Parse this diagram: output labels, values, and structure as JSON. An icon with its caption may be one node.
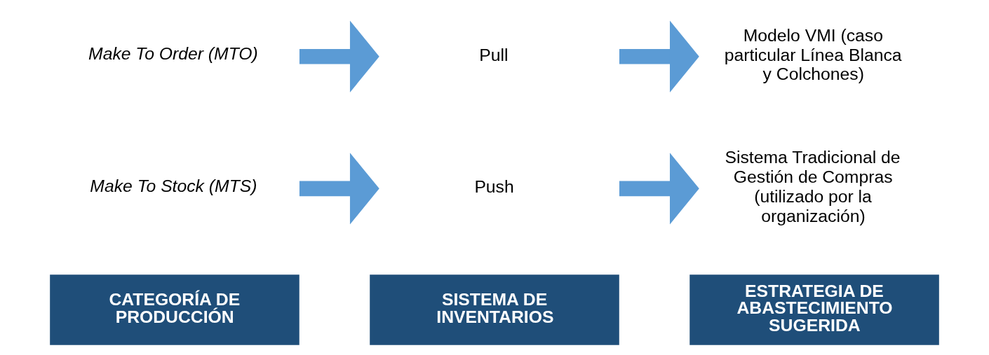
{
  "diagram": {
    "nodes": [
      {
        "text": [
          "CATEGORÍA DE PRODUCCIÓN"
        ]
      },
      {
        "text": [
          "SISTEMA DE INVENTARIOS"
        ]
      },
      {
        "text": [
          "ESTRATEGIA DE ABASTECIMIENTO SUGERIDA"
        ]
      },
      {
        "text": [
          "Make To Stock (MTS)"
        ]
      },
      {
        "text": [
          "Push"
        ]
      },
      {
        "text": [
          "Sistema Tradicional de Gestión de Compras (utilizado por la organización)"
        ]
      },
      {
        "text": [
          "Make To Order (MTO)"
        ]
      },
      {
        "text": [
          "Pull"
        ]
      },
      {
        "text": [
          "Modelo VMI (caso particular Línea Blanca y Colchones)"
        ]
      }
    ],
    "edges": [
      {
        "from": 3,
        "to": 4,
        "arrow": "to"
      },
      {
        "from": 4,
        "to": 5,
        "arrow": "to"
      },
      {
        "from": 6,
        "to": 7,
        "arrow": "to"
      },
      {
        "from": 7,
        "to": 8,
        "arrow": "to"
      }
    ]
  }
}
